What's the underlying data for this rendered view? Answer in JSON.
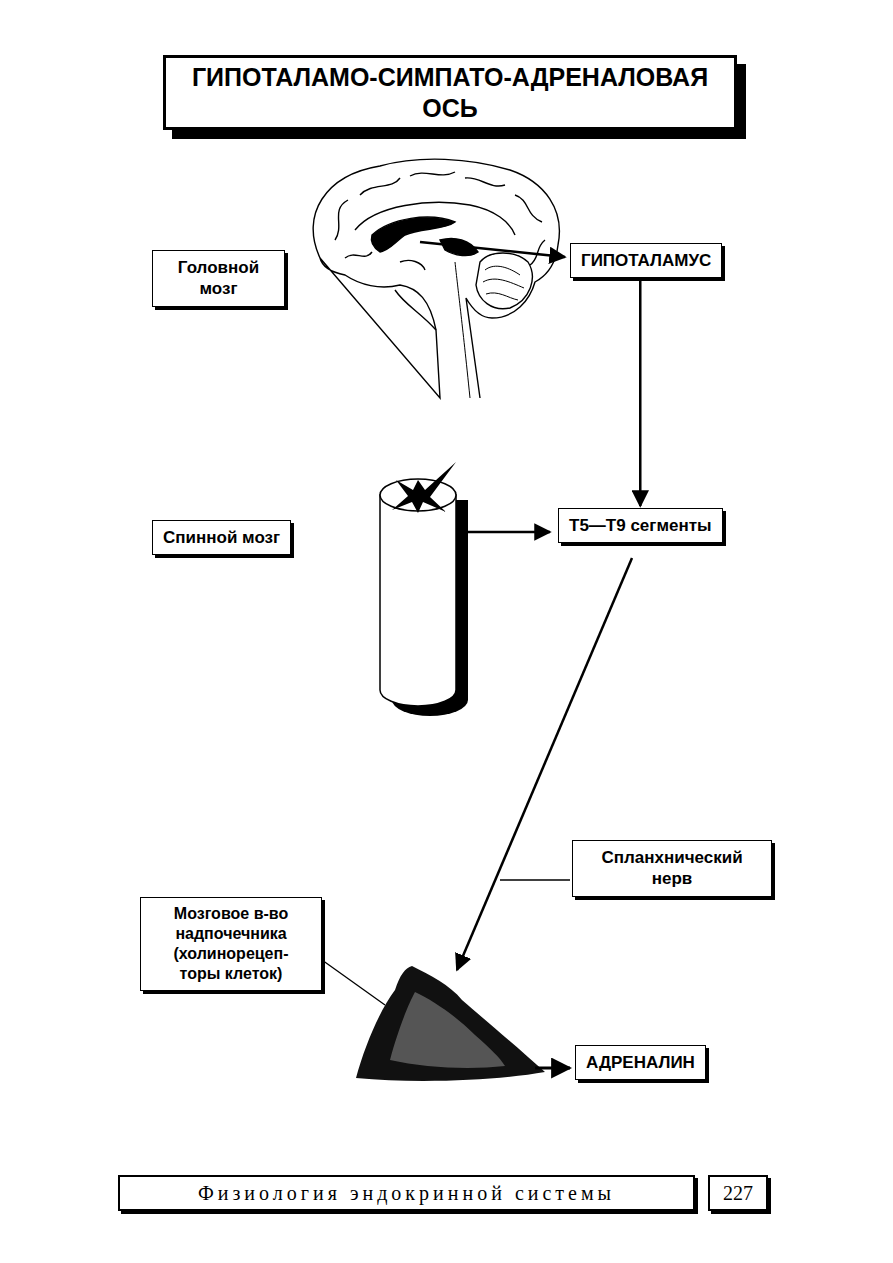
{
  "diagram": {
    "title": "ГИПОТАЛАМО-СИМПАТО-АДРЕНАЛОВАЯ ОСЬ",
    "nodes": [
      {
        "text": [
          "Головной мозг"
        ]
      },
      {
        "text": [
          "ГИПОТАЛАМУС"
        ]
      },
      {
        "text": [
          "Спинной мозг"
        ]
      },
      {
        "text": [
          "T5—T9 сегменты"
        ]
      },
      {
        "text": [
          "Спланхнический нерв"
        ]
      },
      {
        "text": [
          "Мозговое в-во надпочечника (холинорецеп- торы клеток)"
        ]
      },
      {
        "text": [
          "АДРЕНАЛИН"
        ]
      }
    ],
    "edges": [
      {
        "from": 1,
        "to": 3,
        "arrow": "to"
      }
    ],
    "labels": [
      "Физиология эндокринной системы",
      "227"
    ]
  }
}
